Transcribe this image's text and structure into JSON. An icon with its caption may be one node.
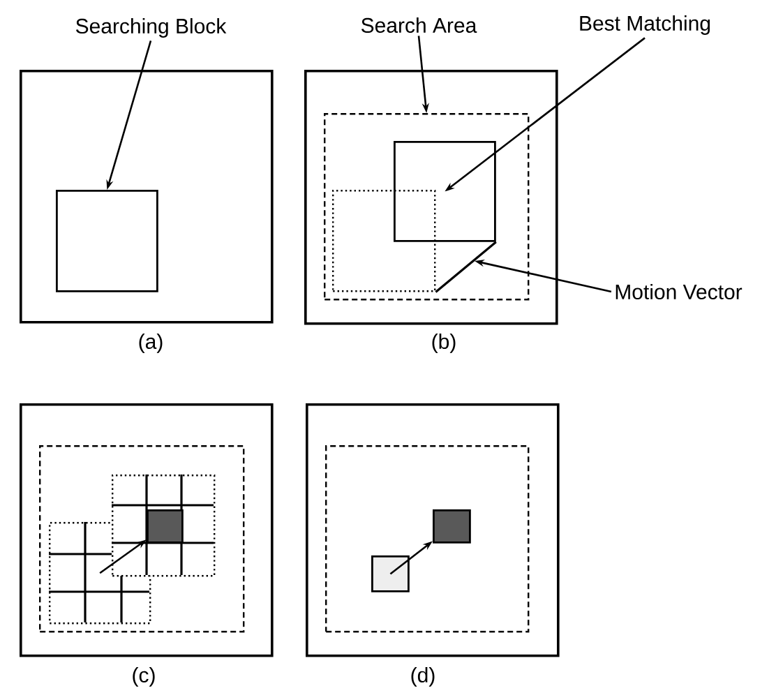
{
  "diagram": {
    "nodes": [
      {
        "text": [
          "Searching Block"
        ]
      },
      {
        "text": [],
        "shape": "box"
      },
      {
        "text": [],
        "shape": "box",
        "in": 1
      },
      {
        "text": [
          "Search Area"
        ]
      },
      {
        "text": [
          "Best Matching"
        ]
      },
      {
        "text": [],
        "shape": "box"
      },
      {
        "text": [],
        "shape": "box",
        "in": 5
      },
      {
        "text": [],
        "shape": "box",
        "in": 6
      },
      {
        "text": [],
        "shape": "box",
        "in": 6
      },
      {
        "text": [
          "Motion Vector"
        ]
      },
      {
        "text": [],
        "shape": "box"
      },
      {
        "text": [],
        "shape": "box",
        "in": 10
      },
      {
        "text": [],
        "shape": "box",
        "in": 11
      },
      {
        "text": [],
        "shape": "box",
        "in": 11
      },
      {
        "text": [],
        "shape": "box",
        "in": 13
      },
      {
        "text": [],
        "shape": "box"
      },
      {
        "text": [],
        "shape": "box",
        "in": 15
      },
      {
        "text": [],
        "shape": "box",
        "in": 16
      },
      {
        "text": [],
        "shape": "box",
        "in": 16
      }
    ],
    "edges": [
      {
        "from": 0,
        "to": 2,
        "arrow": "to"
      },
      {
        "from": 3,
        "to": 6,
        "arrow": "to"
      },
      {
        "from": 4,
        "to": 7,
        "arrow": "to"
      },
      {
        "from": 9,
        "to": null,
        "arrow": "to"
      },
      {
        "from": 8,
        "to": 7,
        "arrow": "none"
      },
      {
        "from": 12,
        "to": 14,
        "arrow": "to"
      },
      {
        "from": 17,
        "to": 18,
        "arrow": "to"
      }
    ],
    "labels": [
      "(a)",
      "(b)",
      "(c)",
      "(d)"
    ]
  }
}
